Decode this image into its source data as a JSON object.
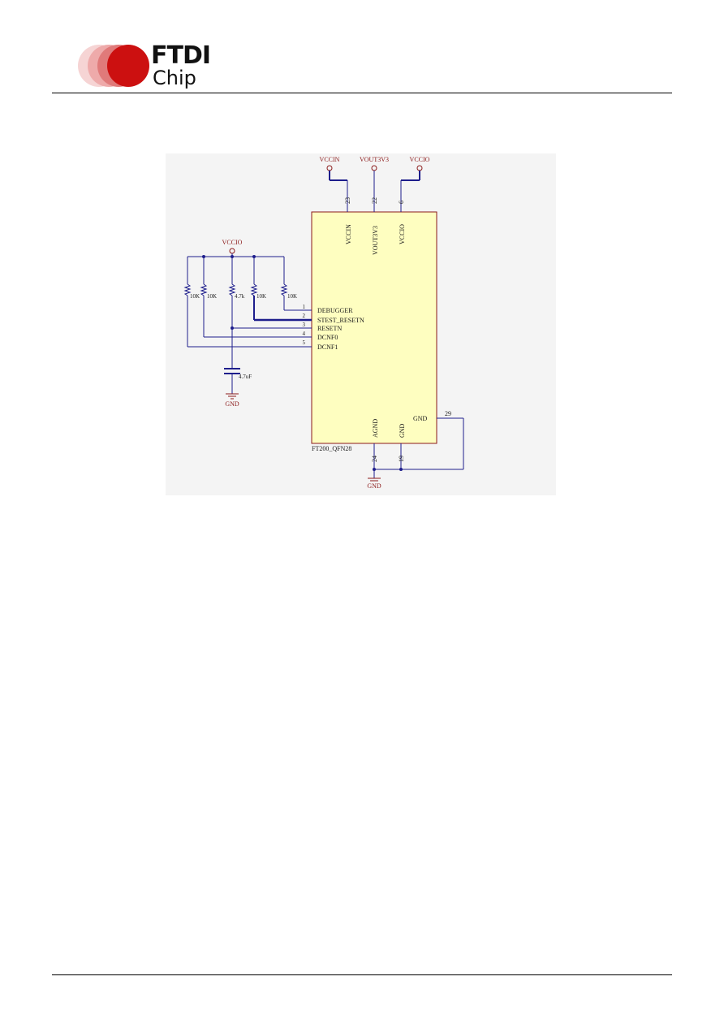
{
  "header": {
    "logo_top": "FTDI",
    "logo_bottom": "Chip"
  },
  "schematic": {
    "power_ports": [
      "VCCIN",
      "VOUT3V3",
      "VCCIO"
    ],
    "top_pins": [
      {
        "number": "23",
        "name": "VCCIN"
      },
      {
        "number": "22",
        "name": "VOUT3V3"
      },
      {
        "number": "6",
        "name": "VCCIO"
      }
    ],
    "left_pins": [
      {
        "number": "1",
        "name": "DEBUGGER"
      },
      {
        "number": "2",
        "name": "STEST_RESETN"
      },
      {
        "number": "3",
        "name": "RESETN"
      },
      {
        "number": "4",
        "name": "DCNF0"
      },
      {
        "number": "5",
        "name": "DCNF1"
      }
    ],
    "bottom_pins": [
      {
        "number": "24",
        "name": "AGND"
      },
      {
        "number": "19",
        "name": "GND"
      }
    ],
    "right_pin": {
      "number": "29",
      "name": "GND"
    },
    "part_label": "FT200_QFN28",
    "resistor_rail_label": "VCCIO",
    "resistors": [
      "10K",
      "10K",
      "4.7k",
      "10K",
      "10K"
    ],
    "capacitor": "4.7uF",
    "ground_labels": [
      "GND",
      "GND"
    ],
    "colors": {
      "chip_fill": "#fefec0",
      "chip_border": "#8b1a1a",
      "wire": "#1e1e8c",
      "label": "#1a1a1a",
      "port": "#8b1a1a"
    }
  }
}
